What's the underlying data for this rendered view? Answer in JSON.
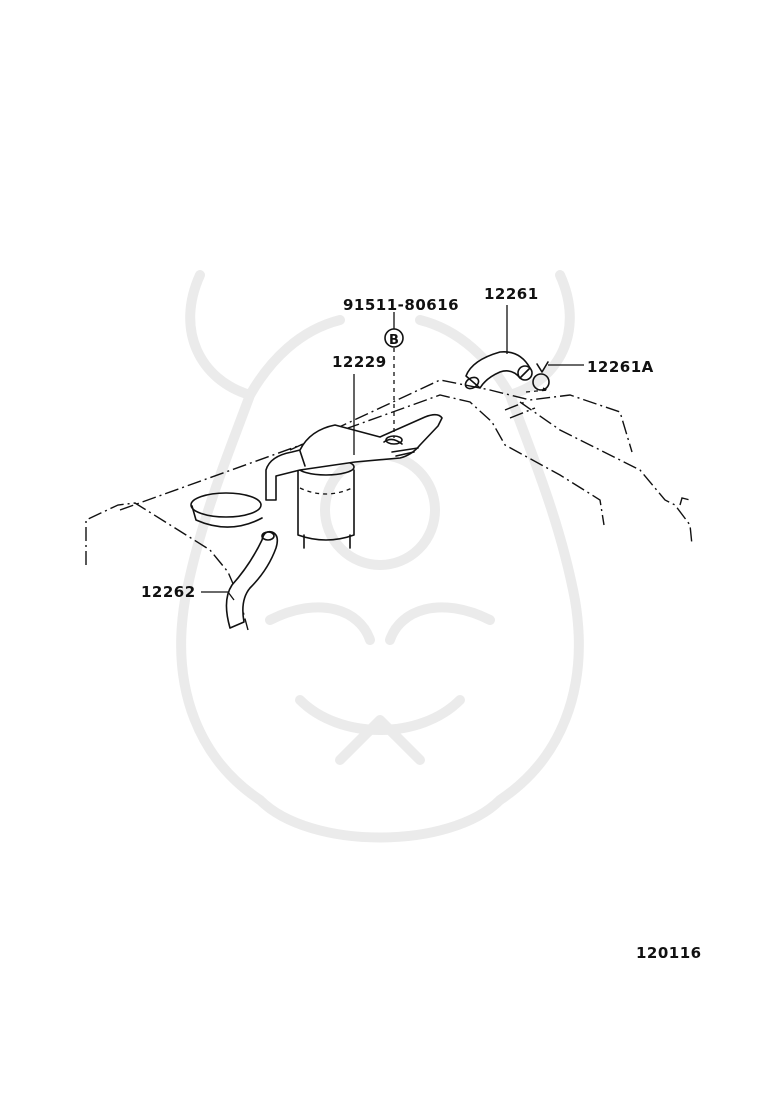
{
  "parts": {
    "p91511": "91511-80616",
    "p12261": "12261",
    "p12261a": "12261A",
    "p12229": "12229",
    "p12262": "12262"
  },
  "bolt_marker": "B",
  "diagram_code": "120116"
}
